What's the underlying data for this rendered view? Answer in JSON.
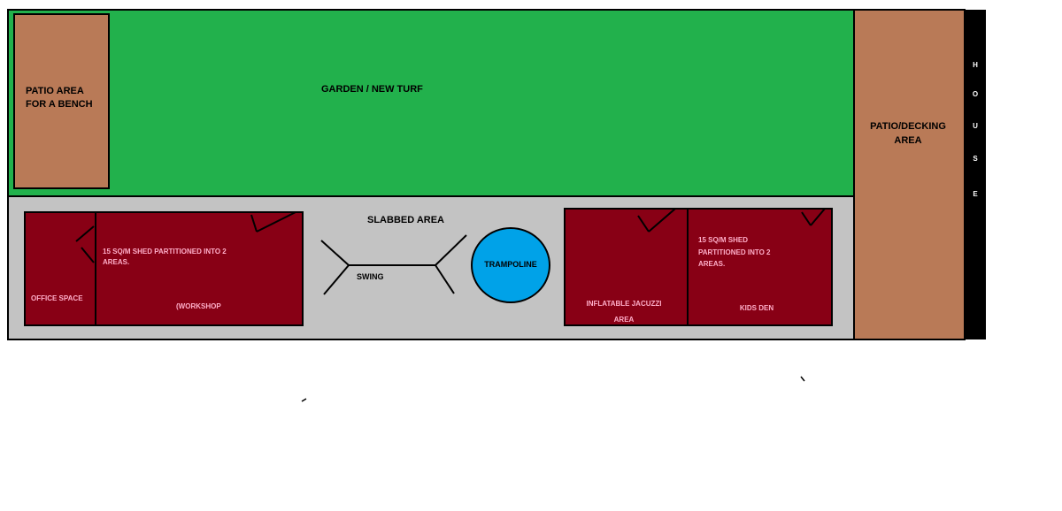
{
  "colors": {
    "turf": "#22b14c",
    "patio": "#b97a57",
    "slab": "#c3c3c3",
    "shed": "#880015",
    "trampoline": "#00a2e8",
    "shed_text": "#ffaec9",
    "outline": "#000000",
    "house": "#000000"
  },
  "labels": {
    "patio_bench_line1": "PATIO AREA",
    "patio_bench_line2": "FOR A BENCH",
    "garden": "GARDEN / NEW TURF",
    "decking_line1": "PATIO/DECKING",
    "decking_line2": "AREA",
    "house_letters": [
      "H",
      "O",
      "U",
      "S",
      "E"
    ],
    "slabbed": "SLABBED AREA",
    "swing": "SWING",
    "trampoline": "TRAMPOLINE",
    "shed_left_line1": "15 SQ/M SHED PARTITIONED INTO 2",
    "shed_left_line2": "AREAS.",
    "office": "OFFICE SPACE",
    "workshop": "(WORKSHOP",
    "jacuzzi_line1": "INFLATABLE JACUZZI",
    "jacuzzi_line2": "AREA",
    "shed_right_line1": "15 SQ/M SHED",
    "shed_right_line2": "PARTITIONED INTO 2",
    "shed_right_line3": "AREAS.",
    "kids_den": "KIDS DEN"
  }
}
